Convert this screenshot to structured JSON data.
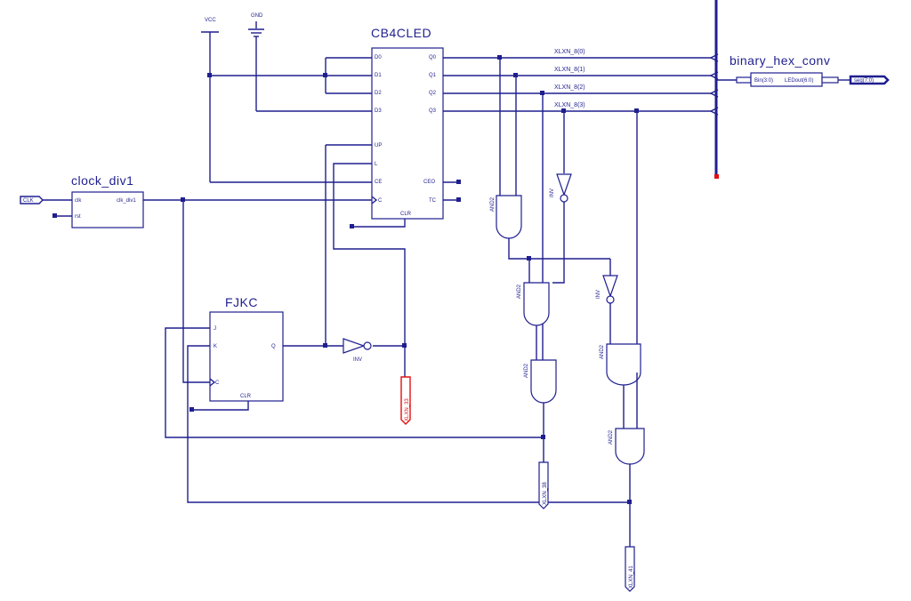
{
  "colors": {
    "wire": "#1f1f8f",
    "alert": "#e01010",
    "background": "#ffffff"
  },
  "power": {
    "vcc": "VCC",
    "gnd": "GND"
  },
  "counter": {
    "title": "CB4CLED",
    "in_pins": [
      "D0",
      "D1",
      "D2",
      "D3",
      "UP",
      "L",
      "CE",
      "C"
    ],
    "out_pins": [
      "Q0",
      "Q1",
      "Q2",
      "Q3",
      "CEO",
      "TC"
    ],
    "clr": "CLR"
  },
  "clock_div": {
    "title": "clock_div1",
    "in_clk": "clk",
    "in_rst": "rst",
    "out": "clk_div1"
  },
  "ports": {
    "clk": "CLK",
    "seg": "seg(7:0)"
  },
  "fjkc": {
    "title": "FJKC",
    "j": "J",
    "k": "K",
    "c": "C",
    "q": "Q",
    "clr": "CLR"
  },
  "inv_label": "INV",
  "and_label": "AND2",
  "hex": {
    "title": "binary_hex_conv",
    "in_pin": "Bin(3:0)",
    "out_pin": "LEDout(6:0)"
  },
  "nets": [
    "XLXN_8(0)",
    "XLXN_8(1)",
    "XLXN_8(2)",
    "XLXN_8(3)"
  ],
  "io_markers": [
    "XLXN_33",
    "XLXN_38",
    "XLXN_41"
  ]
}
